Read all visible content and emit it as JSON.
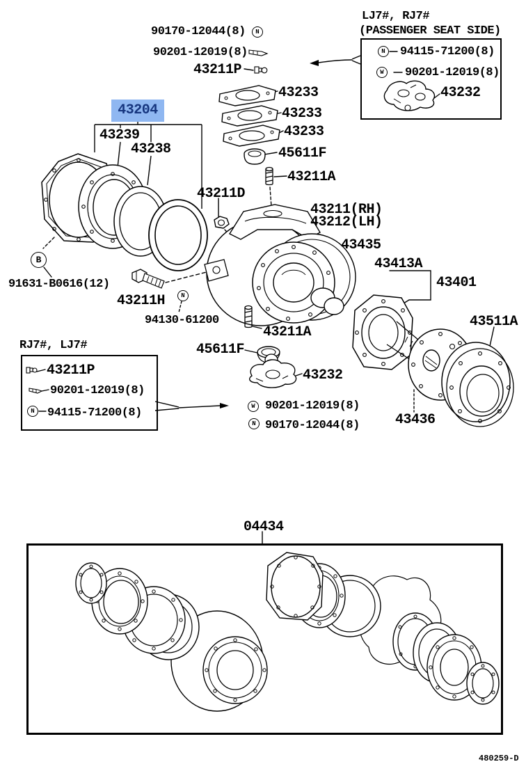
{
  "page": {
    "sheet_code": "480259-D"
  },
  "highlight": {
    "part_number": "43204",
    "bg_color": "#8FB7F1",
    "text_color": "#16357E"
  },
  "markers": {
    "n": "N",
    "w": "W",
    "b": "B"
  },
  "callouts": {
    "pn_90170_top": "90170-12044(8)",
    "pn_90201_top": "90201-12019(8)",
    "pn_43211p_top": "43211P",
    "pn_43233_1": "43233",
    "pn_43233_2": "43233",
    "pn_43233_3": "43233",
    "pn_45611f_1": "45611F",
    "pn_43211a_1": "43211A",
    "pn_43211d": "43211D",
    "pn_43239": "43239",
    "pn_43238": "43238",
    "pn_43211_rh": "43211(RH)",
    "pn_43212_lh": "43212(LH)",
    "pn_43435": "43435",
    "pn_43413a": "43413A",
    "pn_43401": "43401",
    "pn_43511a": "43511A",
    "pn_91631": "91631-B0616(12)",
    "pn_43211h": "43211H",
    "pn_94130": "94130-61200",
    "pn_43211a_2": "43211A",
    "pn_45611f_2": "45611F",
    "pn_43232_mid": "43232",
    "pn_90201_mid": "90201-12019(8)",
    "pn_90170_mid": "90170-12044(8)",
    "pn_43436": "43436"
  },
  "condition_boxes": {
    "top": {
      "title_line1": "LJ7#, RJ7#",
      "title_line2": "(PASSENGER SEAT SIDE)",
      "items": [
        {
          "marker": "N",
          "part_number": "94115-71200(8)"
        },
        {
          "marker": "W",
          "part_number": "90201-12019(8)"
        },
        {
          "marker": "part-drawing",
          "part_number": "43232"
        }
      ]
    },
    "bottom": {
      "title": "RJ7#, LJ7#",
      "items": [
        {
          "marker": "fitting-icon",
          "part_number": "43211P"
        },
        {
          "marker": "screw-icon",
          "part_number": "90201-12019(8)"
        },
        {
          "marker": "N",
          "part_number": "94115-71200(8)"
        }
      ]
    }
  },
  "kit": {
    "part_number": "04434"
  }
}
